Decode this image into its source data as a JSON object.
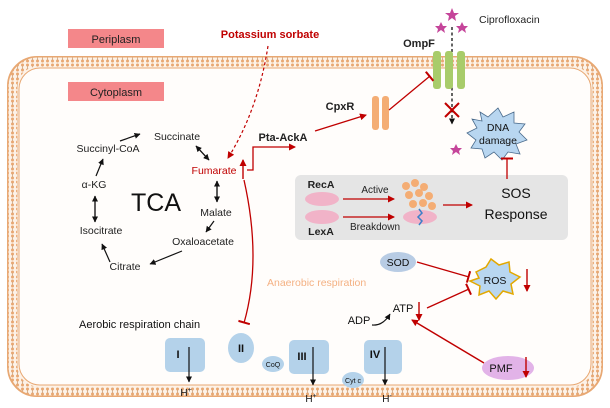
{
  "compartments": {
    "periplasm": "Periplasm",
    "cytoplasm": "Cytoplasm"
  },
  "inputs": {
    "potassium_sorbate": "Potassium sorbate",
    "ciprofloxacin": "Ciprofloxacin"
  },
  "membrane_proteins": {
    "ompf": "OmpF",
    "cpxr": "CpxR"
  },
  "pathway": {
    "pta_acka": "Pta-AckA",
    "anaerobic_respiration": "Anaerobic respiration"
  },
  "tca": {
    "title": "TCA",
    "metabolites": {
      "succinyl_coa": "Succinyl-CoA",
      "succinate": "Succinate",
      "fumarate": "Fumarate",
      "malate": "Malate",
      "oxaloacetate": "Oxaloacetate",
      "citrate": "Citrate",
      "isocitrate": "Isocitrate",
      "a_kg": "α-KG"
    }
  },
  "dna_damage": {
    "line1": "DNA",
    "line2": "damage"
  },
  "sos": {
    "reca": "RecA",
    "lexa": "LexA",
    "active": "Active",
    "breakdown": "Breakdown",
    "response_line1": "SOS",
    "response_line2": "Response"
  },
  "stress": {
    "sod": "SOD",
    "ros": "ROS",
    "atp": "ATP",
    "adp": "ADP",
    "pmf": "PMF"
  },
  "respiration_chain": {
    "title": "Aerobic respiration chain",
    "complex_1": "I",
    "complex_2": "II",
    "complex_3": "III",
    "complex_4": "IV",
    "coq": "CoQ",
    "cytc": "Cyt c",
    "h_plus": "H",
    "h_sup_plus": "+",
    "h_sup_minus": "-"
  },
  "colors": {
    "accent_red": "#c00000",
    "membrane_orange": "#e8a873",
    "label_box": "#f4878a",
    "complex_blue": "#b4d2ea",
    "ompf_green": "#a8cc6a",
    "cpxr_orange": "#f4ad74",
    "sod_blue": "#b8cce4",
    "pmf_purple": "#e2b3e8",
    "lexa_pink": "#f1b3c8",
    "sos_panel": "#e5e5e5"
  }
}
